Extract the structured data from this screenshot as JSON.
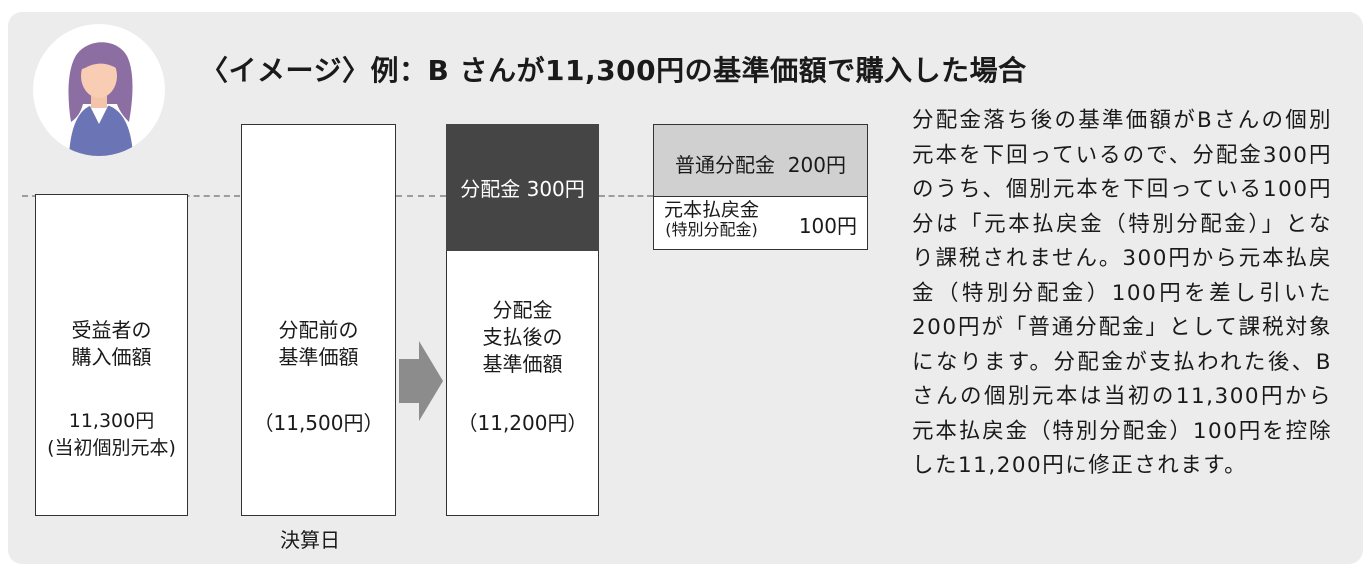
{
  "title": "〈イメージ〉例：B さんが11,300円の基準価額で購入した場合",
  "icons": {
    "avatar": "woman-avatar-icon",
    "arrow": "right-arrow-icon"
  },
  "colors": {
    "panel_bg": "#ececec",
    "distribution_block": "#454545",
    "normal_distribution_cell": "#d0d0d0"
  },
  "boxes": [
    {
      "label": "受益者の\n購入価額",
      "amount": "11,300円\n(当初個別元本)"
    },
    {
      "label": "分配前の\n基準価額",
      "amount": "（11,500円）"
    },
    {
      "label": "分配金\n支払後の\n基準価額",
      "amount": "（11,200円）"
    }
  ],
  "distribution_label": "分配金 300円",
  "breakdown": {
    "normal_label": "普通分配金",
    "normal_amount": "200円",
    "return_label": "元本払戻金",
    "return_sub": "(特別分配金)",
    "return_amount": "100円"
  },
  "settlement_label": "決算日",
  "explanation": "分配金落ち後の基準価額がBさんの個別元本を下回っているので、分配金300円のうち、個別元本を下回っている100円分は「元本払戻金（特別分配金）」となり課税されません。300円から元本払戻金（特別分配金）100円を差し引いた200円が「普通分配金」として課税対象になります。分配金が支払われた後、Bさんの個別元本は当初の11,300円から元本払戻金（特別分配金）100円を控除した11,200円に修正されます。"
}
